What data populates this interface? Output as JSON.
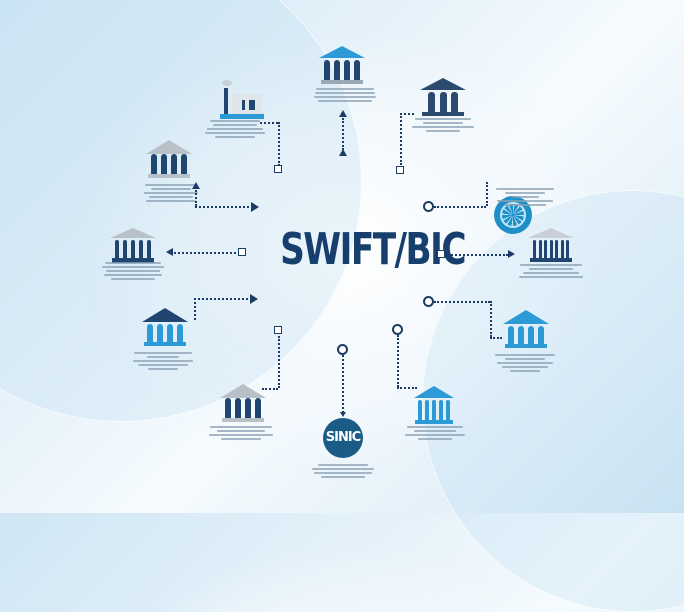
{
  "title": "SWIFT/BIC",
  "colors": {
    "navy": "#173f6e",
    "blue": "#2b9ad6",
    "gray": "#b8c0c8",
    "connector": "#1b3c66"
  },
  "center_badge": {
    "label": "SINIC"
  },
  "nodes": [
    {
      "id": "top-center",
      "icon": "bank-icon",
      "style": "blue-roof-navy-columns"
    },
    {
      "id": "top-left",
      "icon": "office-building-icon",
      "style": "gray-building"
    },
    {
      "id": "top-right",
      "icon": "bank-icon",
      "style": "navy-bank"
    },
    {
      "id": "upper-left",
      "icon": "bank-icon",
      "style": "gray-roof-navy-columns"
    },
    {
      "id": "upper-right",
      "icon": "wheel-icon",
      "style": "blue-circle"
    },
    {
      "id": "left",
      "icon": "bank-icon",
      "style": "gray-roof-navy-columns"
    },
    {
      "id": "right",
      "icon": "bank-icon",
      "style": "gray-roof-navy-columns"
    },
    {
      "id": "lower-left",
      "icon": "bank-icon",
      "style": "navy-roof-blue-columns"
    },
    {
      "id": "lower-right",
      "icon": "bank-icon",
      "style": "blue-bank"
    },
    {
      "id": "bottom-left",
      "icon": "bank-icon",
      "style": "gray-roof-navy-columns"
    },
    {
      "id": "bottom-center",
      "icon": "sinic-badge-icon",
      "style": "navy-circle"
    },
    {
      "id": "bottom-right",
      "icon": "bank-icon",
      "style": "blue-bank"
    }
  ]
}
